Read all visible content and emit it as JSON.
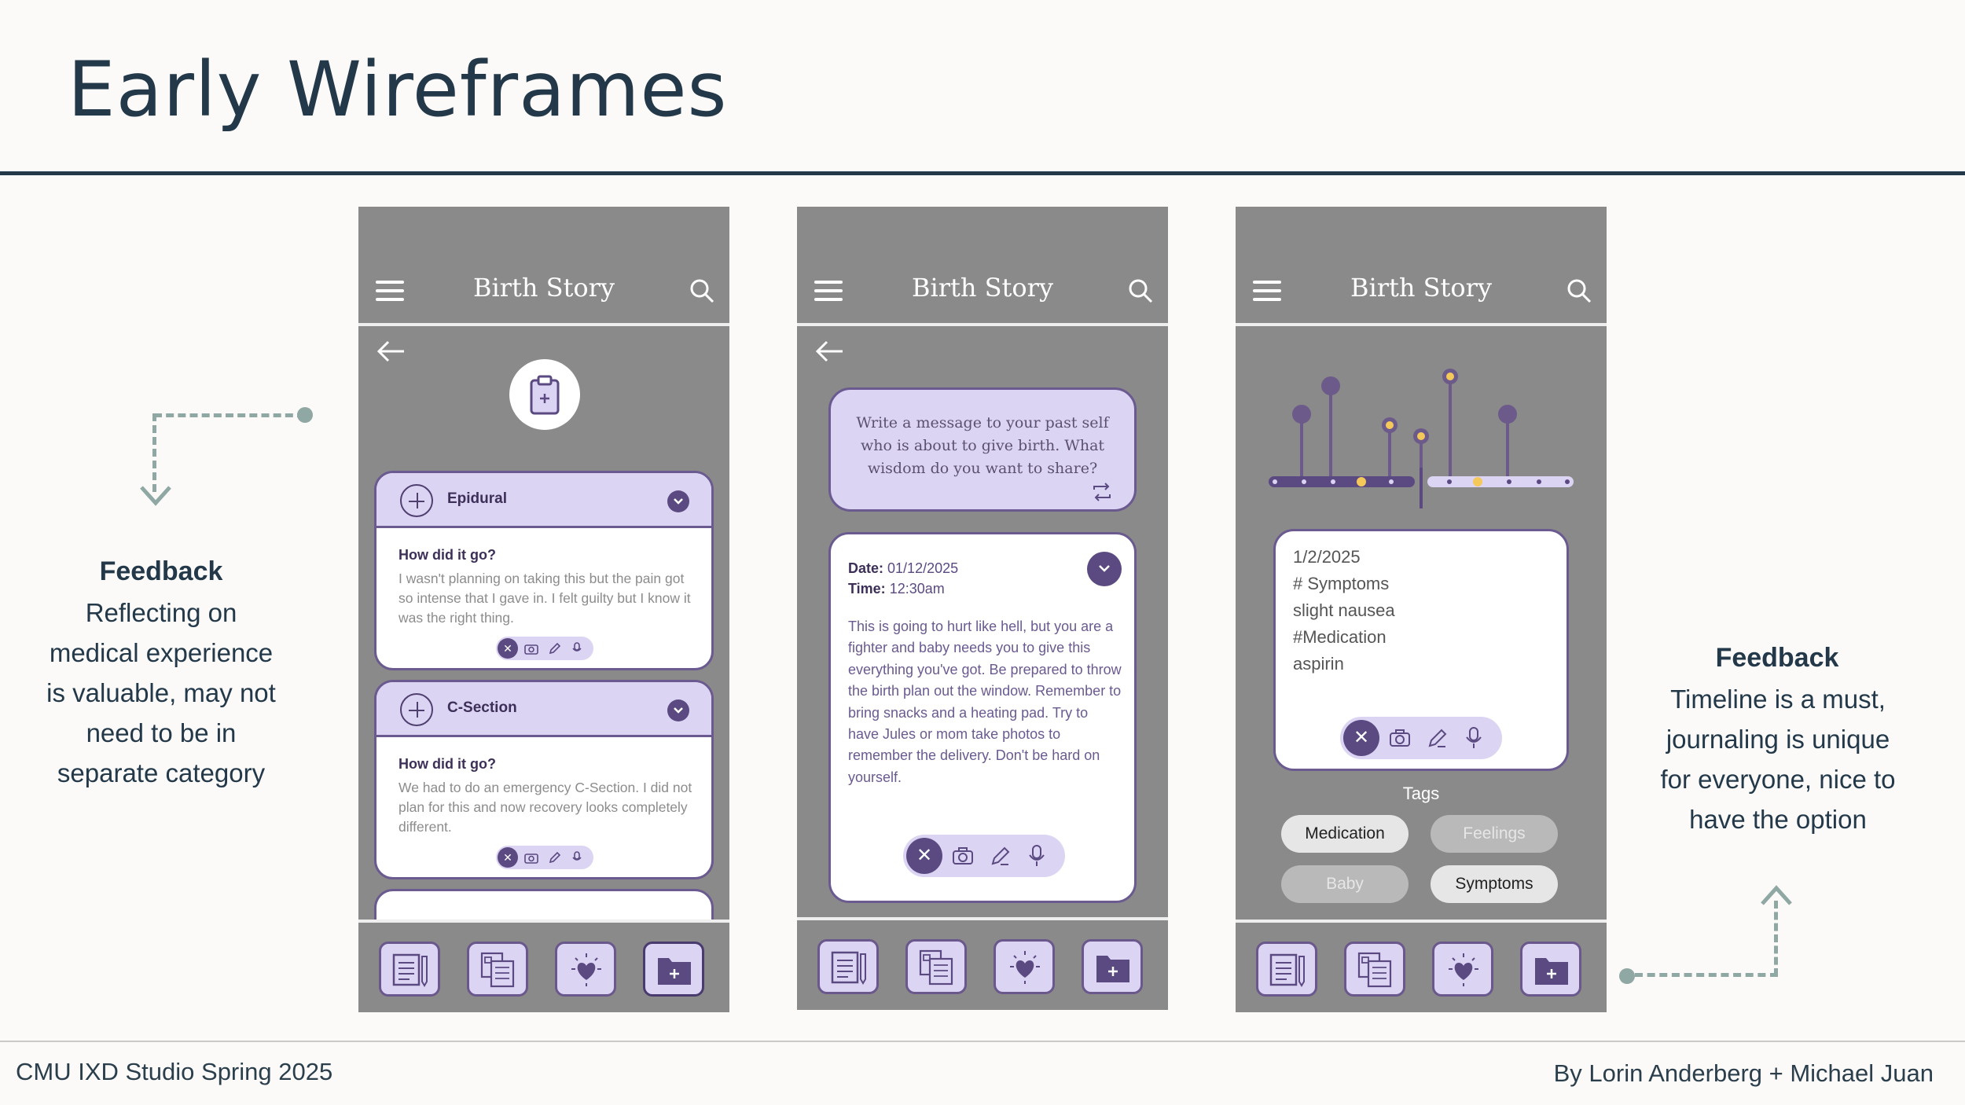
{
  "slide": {
    "title": "Early Wireframes",
    "footer_left": "CMU IXD Studio Spring 2025",
    "footer_right": "By Lorin Anderberg + Michael Juan"
  },
  "feedback_left": {
    "heading": "Feedback",
    "lines": [
      "Reflecting on",
      "medical experience",
      "is valuable, may not",
      "need to be in",
      "separate category"
    ]
  },
  "feedback_right": {
    "heading": "Feedback",
    "lines": [
      "Timeline is a must,",
      "journaling is unique",
      "for everyone, nice to",
      "have the option"
    ]
  },
  "app": {
    "title": "Birth Story"
  },
  "screen1": {
    "cards": [
      {
        "label": "Epidural",
        "question": "How did it go?",
        "answer": "I wasn't planning on taking this but the pain got so intense that I gave in. I felt guilty but I know it was the right thing."
      },
      {
        "label": "C-Section",
        "question": "How did it go?",
        "answer": "We had to do an emergency C-Section. I did not plan for this and now recovery looks completely different."
      }
    ]
  },
  "screen2": {
    "prompt": "Write a message to your past self who is about to give birth. What wisdom do you want to share?",
    "date_label": "Date:",
    "date_value": "01/12/2025",
    "time_label": "Time:",
    "time_value": "12:30am",
    "message": "This is going to hurt like hell, but you are a fighter and baby needs you to give this everything you've got. Be prepared to throw the birth plan out the window. Remember to bring snacks and a heating pad. Try to have Jules or mom take photos to remember the delivery. Don't be hard on yourself."
  },
  "screen3": {
    "journal_lines": [
      "1/2/2025",
      "# Symptoms",
      "slight nausea",
      "#Medication",
      "aspirin"
    ],
    "tags_label": "Tags",
    "tags": [
      {
        "label": "Medication",
        "selected": true
      },
      {
        "label": "Feelings",
        "selected": false
      },
      {
        "label": "Baby",
        "selected": false
      },
      {
        "label": "Symptoms",
        "selected": true
      }
    ]
  },
  "colors": {
    "navy": "#23394a",
    "purple": "#5b4a82",
    "lavender": "#dcd4f3",
    "phone_gray": "#8a8a8a",
    "accent_yellow": "#f5c85a",
    "dash_teal": "#8fa8a3"
  }
}
